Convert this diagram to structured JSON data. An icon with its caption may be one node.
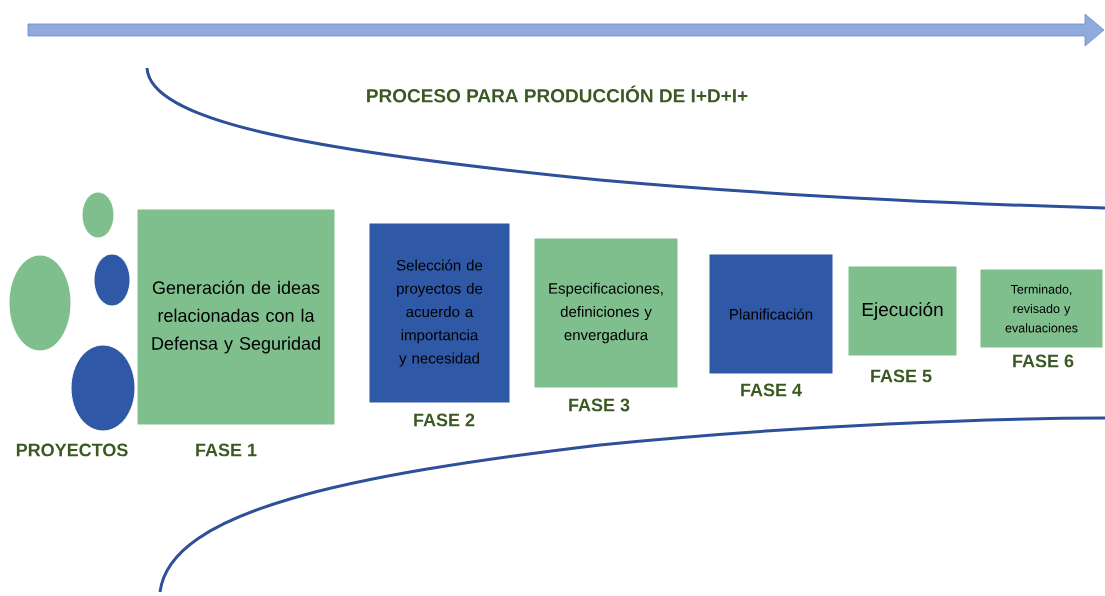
{
  "diagram": {
    "title": "PROCESO PARA PRODUCCIÓN DE I+D+I+",
    "nodes": [
      {
        "text": [],
        "shape": "circle"
      },
      {
        "text": [],
        "shape": "circle"
      },
      {
        "text": [],
        "shape": "circle"
      },
      {
        "text": [],
        "shape": "circle"
      },
      {
        "text": [
          "Generación de ideas relacionadas con la Defensa y Seguridad"
        ],
        "beside": [
          "FASE 1"
        ]
      },
      {
        "text": [
          "Selección de proyectos de acuerdo a importancia y necesidad"
        ],
        "beside": [
          "FASE 2"
        ]
      },
      {
        "text": [
          "Especificaciones, definiciones y envergadura"
        ],
        "beside": [
          "FASE 3"
        ]
      },
      {
        "text": [
          "Planificación"
        ],
        "beside": [
          "FASE 4"
        ]
      },
      {
        "text": [
          "Ejecución"
        ],
        "beside": [
          "FASE 5"
        ]
      },
      {
        "text": [
          "Terminado, revisado y evaluaciones"
        ],
        "beside": [
          "FASE 6"
        ]
      }
    ],
    "labels": [
      "PROYECTOS"
    ]
  }
}
